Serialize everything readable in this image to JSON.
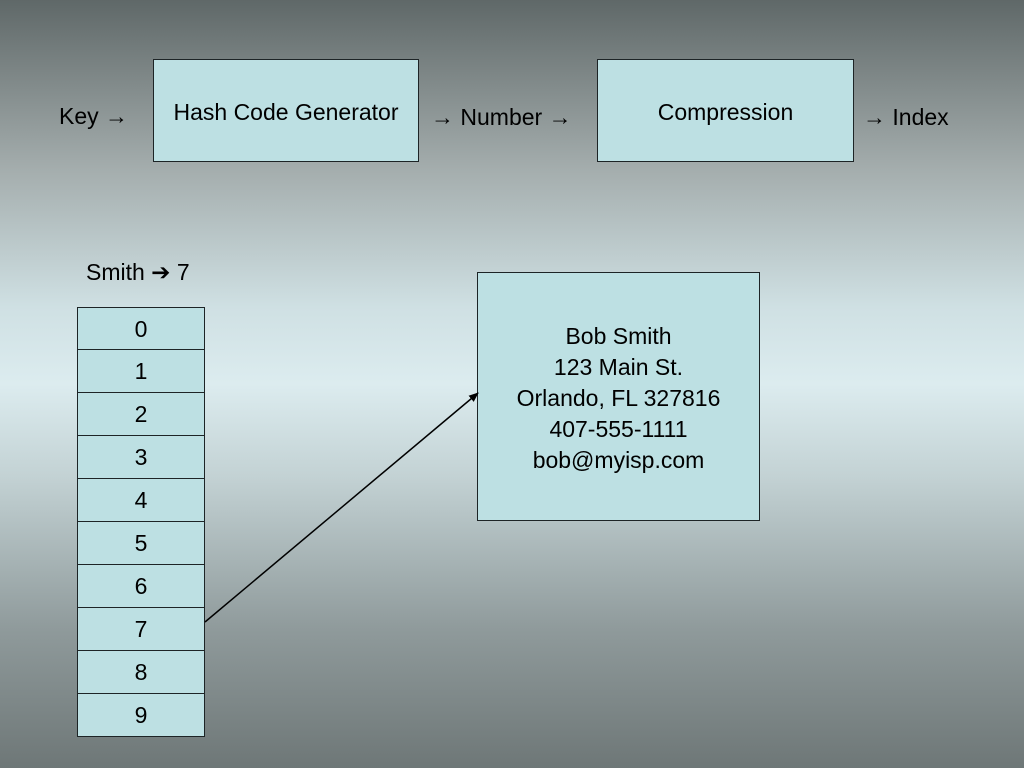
{
  "pipeline": {
    "key_label": "Key →",
    "hash_box": "Hash Code Generator",
    "number_label": "→ Number →",
    "compression_box": "Compression",
    "index_label": "→ Index"
  },
  "example": {
    "mapping_label": "Smith ➔ 7"
  },
  "table": {
    "indices": [
      "0",
      "1",
      "2",
      "3",
      "4",
      "5",
      "6",
      "7",
      "8",
      "9"
    ]
  },
  "record": {
    "lines": [
      "Bob Smith",
      "123 Main St.",
      "Orlando, FL 327816",
      "407-555-1111",
      "bob@myisp.com"
    ]
  }
}
